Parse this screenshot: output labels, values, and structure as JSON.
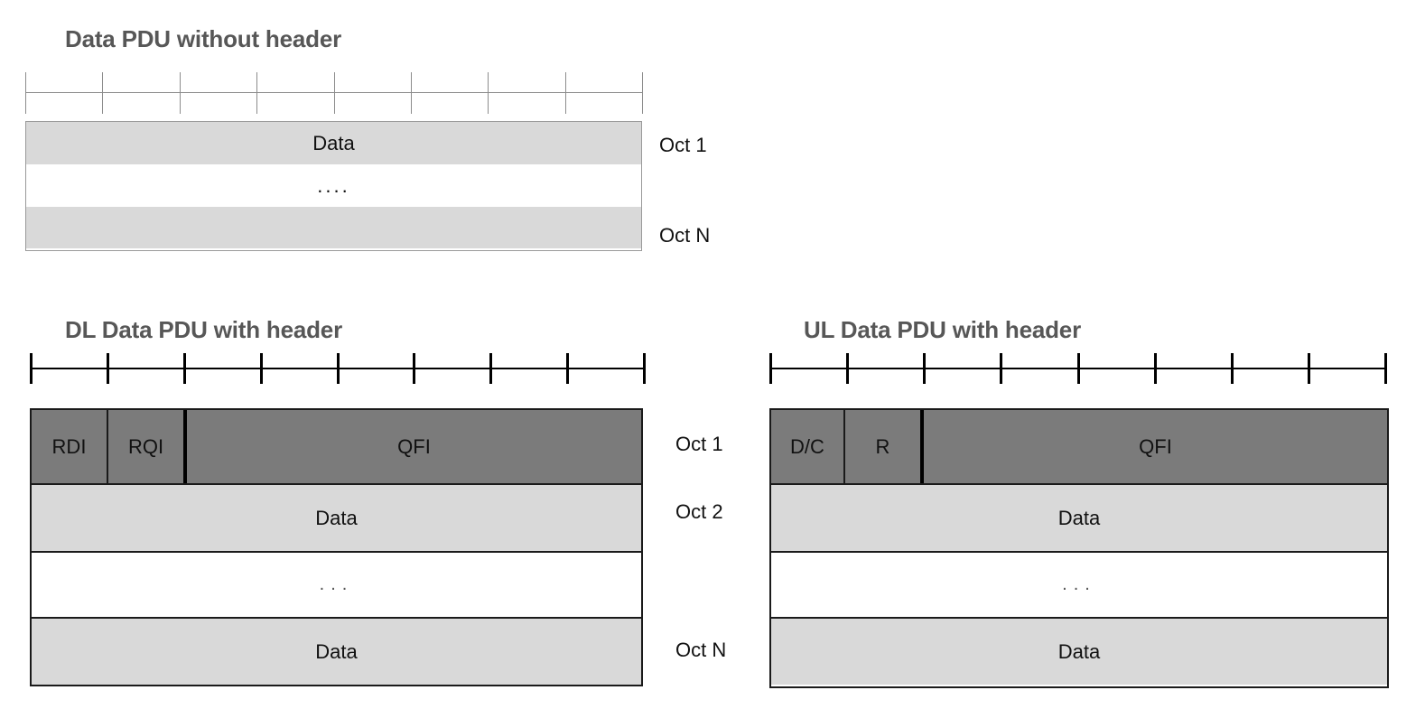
{
  "diagrams": {
    "top": {
      "title": "Data PDU without header",
      "ruler": {
        "ticks": 9
      },
      "rows": [
        {
          "label": "Data",
          "fill": "light"
        },
        {
          "label": "....",
          "fill": "white"
        },
        {
          "label": "",
          "fill": "light"
        }
      ],
      "octets": [
        {
          "text": "Oct 1"
        },
        {
          "text": "Oct N"
        }
      ]
    },
    "dl": {
      "title": "DL Data PDU with header",
      "ruler": {
        "ticks": 9
      },
      "header_fields": [
        {
          "label": "RDI"
        },
        {
          "label": "RQI"
        },
        {
          "label": "QFI"
        }
      ],
      "rows": [
        {
          "label": "Data",
          "fill": "light"
        },
        {
          "label": "...",
          "fill": "white"
        },
        {
          "label": "Data",
          "fill": "light"
        }
      ]
    },
    "ul": {
      "title": "UL Data PDU with header",
      "ruler": {
        "ticks": 9
      },
      "header_fields": [
        {
          "label": "D/C"
        },
        {
          "label": "R"
        },
        {
          "label": "QFI"
        }
      ],
      "rows": [
        {
          "label": "Data",
          "fill": "light"
        },
        {
          "label": "...",
          "fill": "white"
        },
        {
          "label": "Data",
          "fill": "light"
        }
      ]
    },
    "shared_octets": [
      {
        "text": "Oct 1"
      },
      {
        "text": "Oct 2"
      },
      {
        "text": "Oct N"
      }
    ]
  },
  "colors": {
    "header_fill": "#7b7b7b",
    "data_fill": "#d9d9d9",
    "empty_fill": "#ffffff",
    "title_text": "#575757",
    "line_bold": "#1a1a1a",
    "line_thin": "#9a9a9a"
  }
}
